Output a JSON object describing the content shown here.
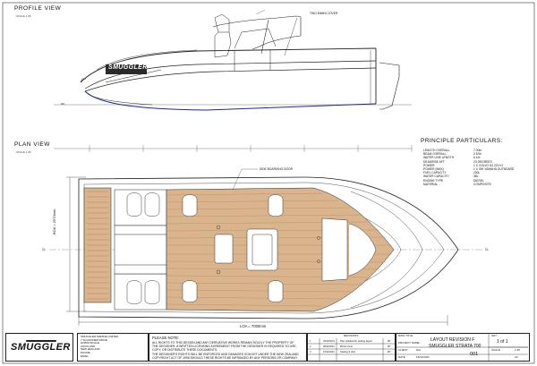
{
  "profile": {
    "title": "PROFILE VIEW",
    "scale": "SCALE 1:35",
    "annotation": "TWO BIMINI COVER"
  },
  "plan": {
    "title": "PLAN VIEW",
    "scale": "SCALE 1:35",
    "door_note": "SIDE BOARDING DOOR",
    "loa": "LOA = 7000mm",
    "boa": "BOA = 2570mm",
    "cl_left": "CL",
    "cl_right": "CL",
    "wl_label": "WL"
  },
  "hull_brand": "SMUGGLER",
  "particulars": {
    "title": "PRINCIPLE PARTICULARS:",
    "rows": [
      {
        "k": "LENGTH OVERALL",
        "v": "7.00m"
      },
      {
        "k": "BEAM OVERALL",
        "v": "2.57m"
      },
      {
        "k": "WATER LINE LENGTH",
        "v": "6.1m"
      },
      {
        "k": "DEADRISE AFT",
        "v": "23 DEGREES"
      },
      {
        "k": "POWER",
        "v": "1 X VOLVO D3 220 IO"
      },
      {
        "k": "POWER (MAX)",
        "v": "1 X 300 YAMAHA OUTBOARD"
      },
      {
        "k": "FUEL CAPACITY",
        "v": "200L"
      },
      {
        "k": "WATER CAPACITY",
        "v": "38L"
      },
      {
        "k": "ENGINE TYPE",
        "v": "DIESEL"
      },
      {
        "k": "MATERIAL",
        "v": "COMPOSITE"
      }
    ]
  },
  "title_block": {
    "brand": "SMUGGLER",
    "company_lines": [
      "SMUGGLER MARINE LIMITED",
      "7 SCHOONER DRIVE",
      "HOBSONVILLE",
      "AUCKLAND",
      "NEW ZEALAND",
      "PHONE",
      "EMAIL"
    ],
    "notice_title": "PLEASE NOTE:",
    "notice_lines": [
      "ALL RIGHTS TO THIS DESIGN AND ANY DERIVATIVE WORKS REMAIN SOLELY THE PROPERTY OF",
      "THE DESIGNER. A WRITTEN LICENSING AGREEMENT FROM THE DESIGNER IS REQUIRED TO USE,",
      "COPY, OR DISTRIBUTE THESE DOCUMENTS.",
      "THE DESIGNER'S RIGHTS WILL BE ENFORCED AND DAMAGES SOUGHT UNDER THE NEW ZEALAND",
      "COPYRIGHT ACT OF 1998 SHOULD THESE RIGHTS BE INFRINGED BY ANY PERSONS OR COMPANY."
    ],
    "revisions_header": "REVISIONS",
    "revisions": [
      {
        "no": "1",
        "date": "26/10/2021",
        "desc": "Plan updated for seating layout",
        "by": "MT"
      },
      {
        "no": "2",
        "date": "08/11/2021",
        "desc": "Bimini cover",
        "by": "MT"
      },
      {
        "no": "3",
        "date": "15/11/2021",
        "desc": "Seating & door",
        "by": "MT"
      }
    ],
    "dwg_title_label": "DWG TITLE :",
    "dwg_title": "LAYOUT REVISION F",
    "project_label": "PROJECT NAME :",
    "project": "SMUGGLER STRATA 700",
    "client_label": "CLIENT :",
    "client": "N/A",
    "date_label": "DATE :",
    "date": "15/11/2021",
    "dwg_no": "001",
    "sheet_label": "SHT :",
    "sheet": "1 of 1",
    "scale_label": "SCALE :",
    "scale": "1:35",
    "size": "A3"
  }
}
